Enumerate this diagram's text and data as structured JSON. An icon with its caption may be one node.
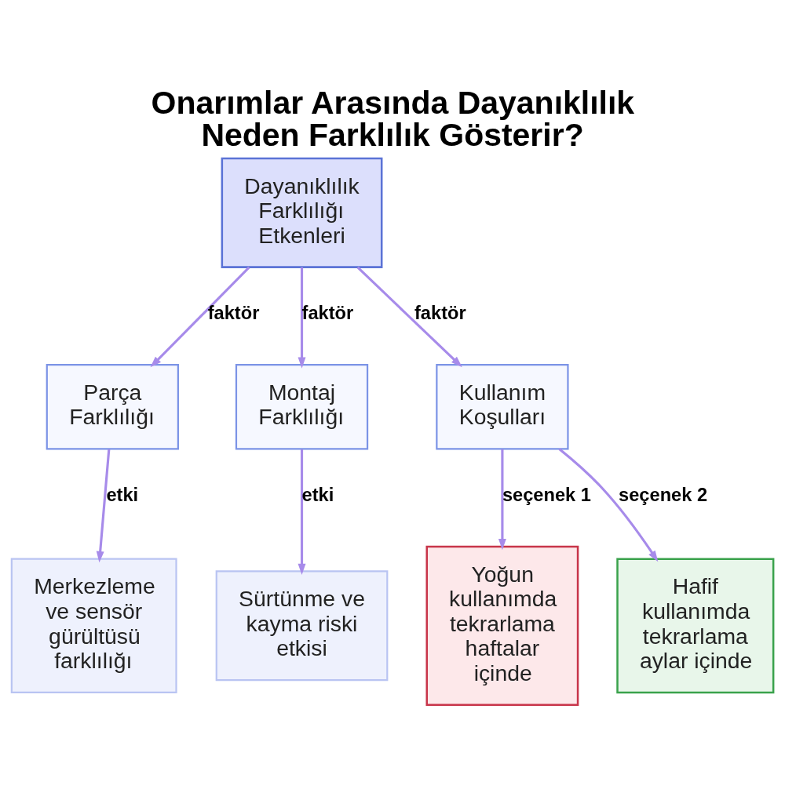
{
  "diagram": {
    "title": "Onarımlar Arasında Dayanıklılık Neden Farklılık Gösterir?",
    "nodes": [
      {
        "text": [
          "Dayanıklılık Farklılığı Etkenleri"
        ]
      },
      {
        "text": [
          "Parça Farklılığı"
        ]
      },
      {
        "text": [
          "Montaj Farklılığı"
        ]
      },
      {
        "text": [
          "Kullanım Koşulları"
        ]
      },
      {
        "text": [
          "Merkezleme ve sensör gürültüsü farklılığı"
        ]
      },
      {
        "text": [
          "Sürtünme ve kayma riski etkisi"
        ]
      },
      {
        "text": [
          "Yoğun kullanımda tekrarlama haftalar içinde"
        ]
      },
      {
        "text": [
          "Hafif kullanımda tekrarlama aylar içinde"
        ]
      }
    ],
    "edges": [
      {
        "from": 0,
        "to": 1,
        "arrow": "to",
        "label": "faktör"
      },
      {
        "from": 0,
        "to": 2,
        "arrow": "to",
        "label": "faktör"
      },
      {
        "from": 0,
        "to": 3,
        "arrow": "to",
        "label": "faktör"
      },
      {
        "from": 1,
        "to": 4,
        "arrow": "to",
        "label": "etki"
      },
      {
        "from": 2,
        "to": 5,
        "arrow": "to",
        "label": "etki"
      },
      {
        "from": 3,
        "to": 6,
        "arrow": "to",
        "label": "seçenek 1"
      },
      {
        "from": 3,
        "to": 7,
        "arrow": "to",
        "label": "seçenek 2"
      }
    ]
  }
}
